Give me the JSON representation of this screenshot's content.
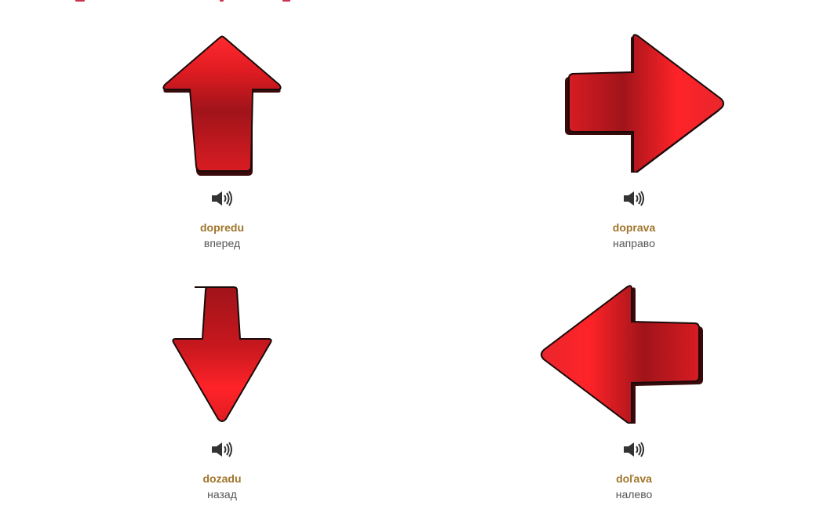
{
  "items": [
    {
      "word": "dopredu",
      "translation": "вперед",
      "icon": "arrow-up-icon"
    },
    {
      "word": "doprava",
      "translation": "направо",
      "icon": "arrow-right-icon"
    },
    {
      "word": "dozadu",
      "translation": "назад",
      "icon": "arrow-down-icon"
    },
    {
      "word": "doľava",
      "translation": "налево",
      "icon": "arrow-left-icon"
    }
  ],
  "sound_icon": "speaker-icon",
  "colors": {
    "arrow_light": "#ff2328",
    "arrow_dark": "#a0141a",
    "outline": "#1a0a0a",
    "word": "#a0752a",
    "translation": "#555555",
    "accent": "#d03050"
  }
}
